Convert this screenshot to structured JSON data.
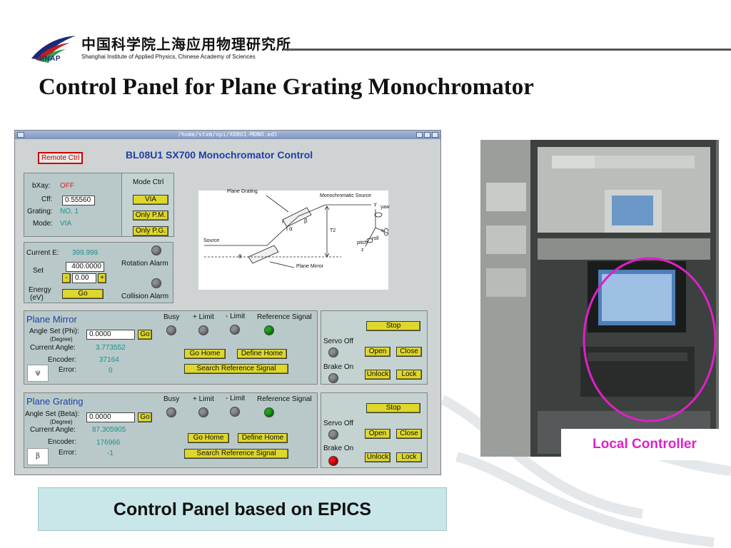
{
  "header": {
    "org_abbr": "SINAP",
    "org_name_cn": "中国科学院上海应用物理研究所",
    "org_name_en": "Shanghai Institute of Applied Physics, Chinese Academy of Sciences"
  },
  "slide_title": "Control Panel for Plane Grating Monochromator",
  "window": {
    "title": "/home/stxm/opi/X08U1-MONO.edl",
    "remote_ctrl": "Remote Ctrl",
    "control_title": "BL08U1 SX700 Monochromator Control"
  },
  "top_panel": {
    "bxay_label": "bXay:",
    "bxay_value": "OFF",
    "cff_label": "Cff:",
    "cff_value": "0.55560",
    "grating_label": "Grating:",
    "grating_value": "NO. 1",
    "mode_label": "Mode:",
    "mode_value": "VIA",
    "mode_ctrl_label": "Mode Ctrl",
    "btn_via": "VIA",
    "btn_only_pm": "Only P.M.",
    "btn_only_pg": "Only P.G."
  },
  "energy_panel": {
    "current_e_label": "Current E:",
    "current_e_value": "399.999",
    "set_label": "Set",
    "set_value": "400.0000",
    "step_minus": "-",
    "step_value": "0.00",
    "step_plus": "+",
    "energy_label": "Energy",
    "energy_unit": "(eV)",
    "go": "Go",
    "rotation_alarm": "Rotation Alarm",
    "collision_alarm": "Collision Alarm"
  },
  "diagram": {
    "plane_grating": "Plane Grating",
    "mono_source": "Monochromatic Source",
    "source": "Source",
    "plane_mirror": "Plane Mirror",
    "t2": "T2",
    "yaw": "yaw",
    "roll": "roll",
    "pitch": "pitch",
    "axis_x": "x",
    "axis_y": "y",
    "axis_z": "z",
    "alpha": "α",
    "beta": "β",
    "theta": "θ"
  },
  "plane_mirror": {
    "title": "Plane Mirror",
    "busy": "Busy",
    "plus_limit": "+ Limit",
    "minus_limit": "- Limit",
    "ref_signal": "Reference Signal",
    "angle_set_label": "Angle Set (Phi):",
    "angle_set_unit": "(Degree)",
    "angle_set_value": "0.0000",
    "go": "Go",
    "current_angle_label": "Current Angle:",
    "current_angle_value": "3.773552",
    "encoder_label": "Encoder:",
    "encoder_value": "37164",
    "error_label": "Error:",
    "error_value": "0",
    "greek": "ψ",
    "go_home": "Go Home",
    "define_home": "Define Home",
    "search_ref": "Search Reference Signal",
    "stop": "Stop",
    "servo_off": "Servo Off",
    "open": "Open",
    "close": "Close",
    "brake_on": "Brake On",
    "unlock": "Unlock",
    "lock": "Lock"
  },
  "plane_grating": {
    "title": "Plane Grating",
    "busy": "Busy",
    "plus_limit": "+ Limit",
    "minus_limit": "- Limit",
    "ref_signal": "Reference Signal",
    "angle_set_label": "Angle Set (Beta):",
    "angle_set_unit": "(Degree)",
    "angle_set_value": "0.0000",
    "go": "Go",
    "current_angle_label": "Current Angle:",
    "current_angle_value": "87.305905",
    "encoder_label": "Encoder:",
    "encoder_value": "176966",
    "error_label": "Error:",
    "error_value": "-1",
    "greek": "β",
    "go_home": "Go Home",
    "define_home": "Define Home",
    "search_ref": "Search Reference Signal",
    "stop": "Stop",
    "servo_off": "Servo Off",
    "open": "Open",
    "close": "Close",
    "brake_on": "Brake On",
    "unlock": "Unlock",
    "lock": "Lock"
  },
  "photo_label": "Local Controller",
  "caption": "Control Panel based on EPICS",
  "colors": {
    "accent_blue": "#1d3fa8",
    "button_yellow": "#ded72c",
    "led_green": "#1aa51a",
    "led_red": "#ee1010",
    "highlight_magenta": "#e020c8",
    "caption_bg": "#c9e6e8"
  }
}
